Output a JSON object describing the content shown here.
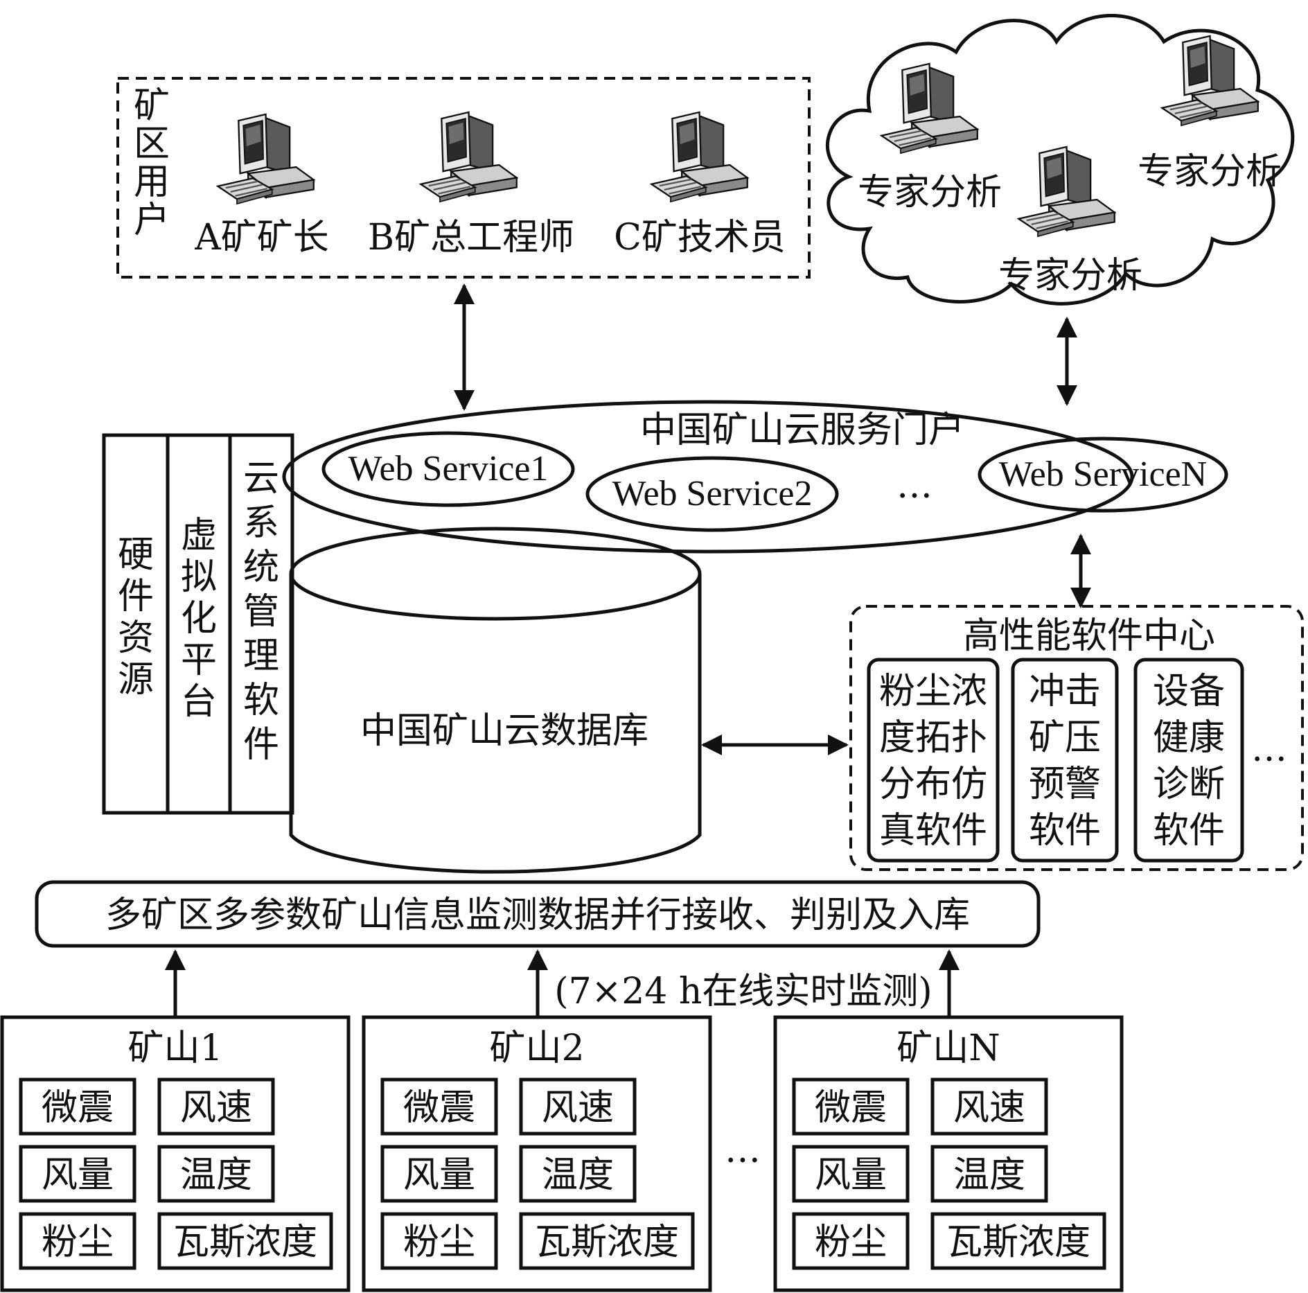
{
  "mine_area_users": {
    "group_label_chars": [
      "矿",
      "区",
      "用",
      "户"
    ],
    "users": [
      "A矿矿长",
      "B矿总工程师",
      "C矿技术员"
    ]
  },
  "expert_cloud": {
    "experts": [
      "专家分析",
      "专家分析",
      "专家分析"
    ]
  },
  "portal": {
    "title": "中国矿山云服务门户",
    "services": [
      "Web Service1",
      "Web Service2",
      "Web ServiceN"
    ],
    "ellipsis": "…"
  },
  "platform_columns": [
    {
      "chars": [
        "硬",
        "件",
        "资",
        "源"
      ]
    },
    {
      "chars": [
        "虚",
        "拟",
        "化",
        "平",
        "台"
      ]
    },
    {
      "chars": [
        "云",
        "系",
        "统",
        "管",
        "理",
        "软",
        "件"
      ]
    }
  ],
  "database": {
    "label": "中国矿山云数据库"
  },
  "software_center": {
    "title": "高性能软件中心",
    "items": [
      {
        "lines": [
          "粉尘浓",
          "度拓扑",
          "分布仿",
          "真软件"
        ]
      },
      {
        "lines": [
          "冲击",
          "矿压",
          "预警",
          "软件"
        ]
      },
      {
        "lines": [
          "设备",
          "健康",
          "诊断",
          "软件"
        ]
      }
    ],
    "ellipsis": "…"
  },
  "receiver": {
    "label": "多矿区多参数矿山信息监测数据并行接收、判别及入库"
  },
  "monitoring_note": "(7×24 h在线实时监测)",
  "mines": [
    {
      "name": "矿山1",
      "sensors": [
        "微震",
        "风速",
        "风量",
        "温度",
        "粉尘",
        "瓦斯浓度"
      ]
    },
    {
      "name": "矿山2",
      "sensors": [
        "微震",
        "风速",
        "风量",
        "温度",
        "粉尘",
        "瓦斯浓度"
      ]
    },
    {
      "name": "矿山N",
      "sensors": [
        "微震",
        "风速",
        "风量",
        "温度",
        "粉尘",
        "瓦斯浓度"
      ]
    }
  ],
  "mines_ellipsis": "…",
  "icons": {
    "user_terminal": "computer-icon",
    "expert_terminal": "computer-icon",
    "arrows": "bidirectional-arrow"
  }
}
